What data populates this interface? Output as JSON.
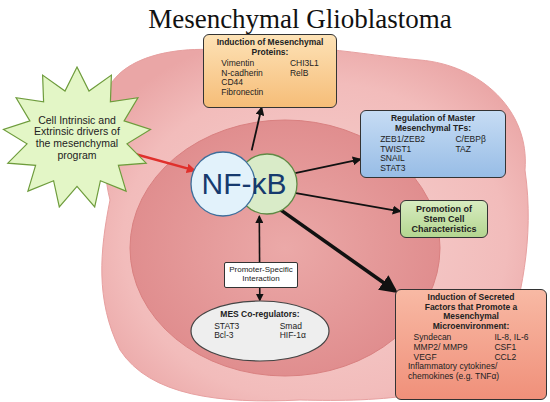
{
  "diagram": {
    "title": "Mesenchymal Glioblastoma",
    "nodes": [
      {
        "text": [
          "Cell Intrinsic and Extrinsic drivers of the mesenchymal program"
        ]
      },
      {
        "text": [
          "Induction of Mesenchymal Proteins:",
          "Vimentin",
          "N-cadherin",
          "CD44",
          "Fibronectin",
          "CHI3L1",
          "RelB"
        ]
      },
      {
        "text": [
          "Regulation of Master Mesenchymal TFs:",
          "ZEB1/ZEB2",
          "TWIST1",
          "SNAIL",
          "STAT3",
          "C/EBPβ",
          "TAZ"
        ]
      },
      {
        "text": [
          "NF-κB"
        ]
      },
      {
        "text": [
          "Promotion of Stem Cell Characteristics"
        ]
      },
      {
        "text": [
          "Promoter-Specific Interaction"
        ]
      },
      {
        "text": [
          "MES Co-regulators:",
          "STAT3",
          "Smad",
          "Bcl-3",
          "HIF-1α"
        ]
      },
      {
        "text": [
          "Induction of Secreted Factors that Promote a Mesenchymal Microenvironment:",
          "Syndecan",
          "MMP2/ MMP9",
          "VEGF",
          "Inflammatory cytokines/ chemokines (e.g. TNFα)",
          "IL-8, IL-6",
          "CSF1",
          "CCL2"
        ]
      }
    ],
    "edges": [
      {
        "from": 0,
        "to": 3,
        "arrow": "to"
      },
      {
        "from": 3,
        "to": 1,
        "arrow": "to"
      },
      {
        "from": 3,
        "to": 2,
        "arrow": "to"
      },
      {
        "from": 3,
        "to": 4,
        "arrow": "to"
      },
      {
        "from": 3,
        "to": 7,
        "arrow": "to"
      },
      {
        "from": 3,
        "to": 6,
        "arrow": "both"
      }
    ]
  }
}
